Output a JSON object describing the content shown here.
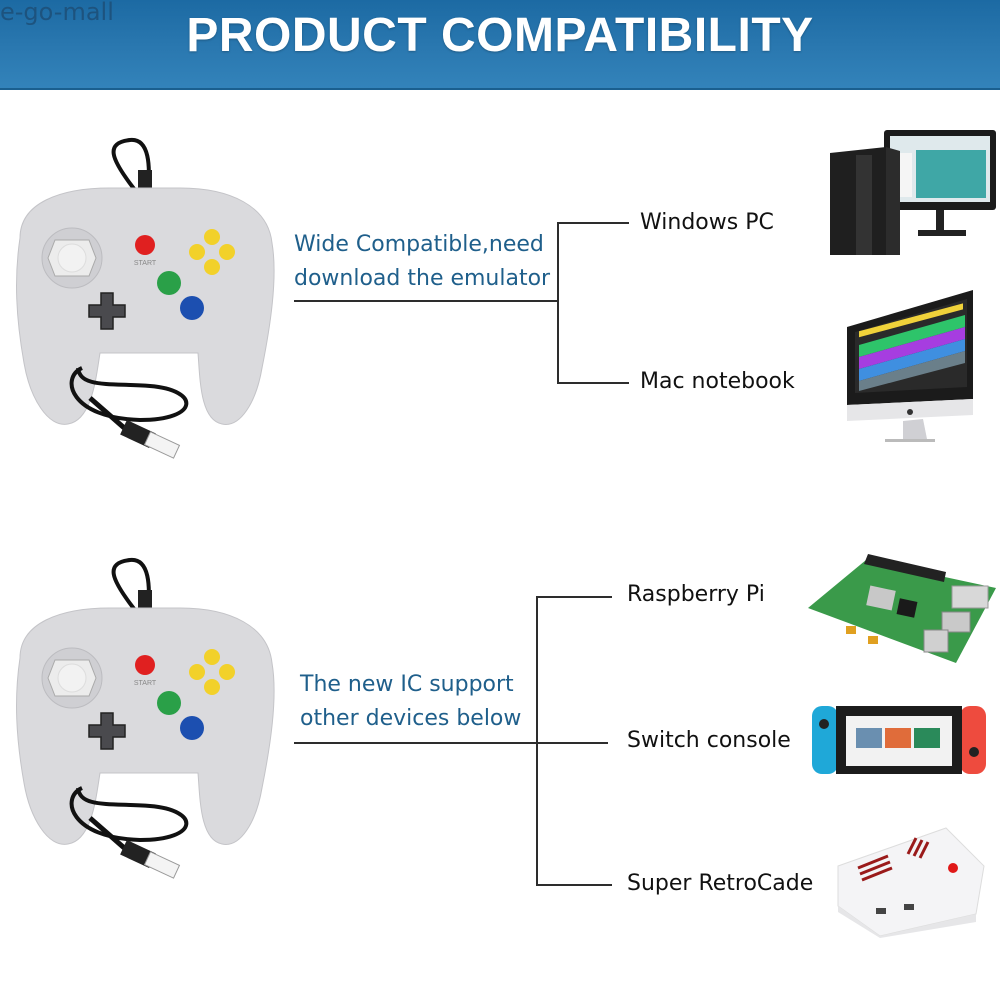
{
  "header": {
    "watermark": "e-go-mall",
    "title": "PRODUCT COMPATIBILITY",
    "background_color": "#2a78b0"
  },
  "sections": [
    {
      "description_lines": [
        "Wide Compatible,need",
        "download the emulator"
      ],
      "product_icon": "usb-gamepad-controller",
      "devices": [
        {
          "label": "Windows PC",
          "icon": "desktop-pc-monitor"
        },
        {
          "label": "Mac notebook",
          "icon": "imac-computer"
        }
      ]
    },
    {
      "description_lines": [
        "The new IC support",
        "other devices below"
      ],
      "product_icon": "usb-gamepad-controller",
      "devices": [
        {
          "label": "Raspberry Pi",
          "icon": "raspberry-pi-board"
        },
        {
          "label": "Switch console",
          "icon": "nintendo-switch-console"
        },
        {
          "label": "Super RetroCade",
          "icon": "super-retrocade-box"
        }
      ]
    }
  ],
  "controller": {
    "start_label": "START",
    "button_colors": {
      "start": "#e02020",
      "b": "#2aa048",
      "a": "#1c4fb0",
      "c": "#f2d12a",
      "body": "#d9d9dc"
    }
  },
  "text_colors": {
    "description": "#1f5f8b",
    "device_label": "#111111"
  }
}
